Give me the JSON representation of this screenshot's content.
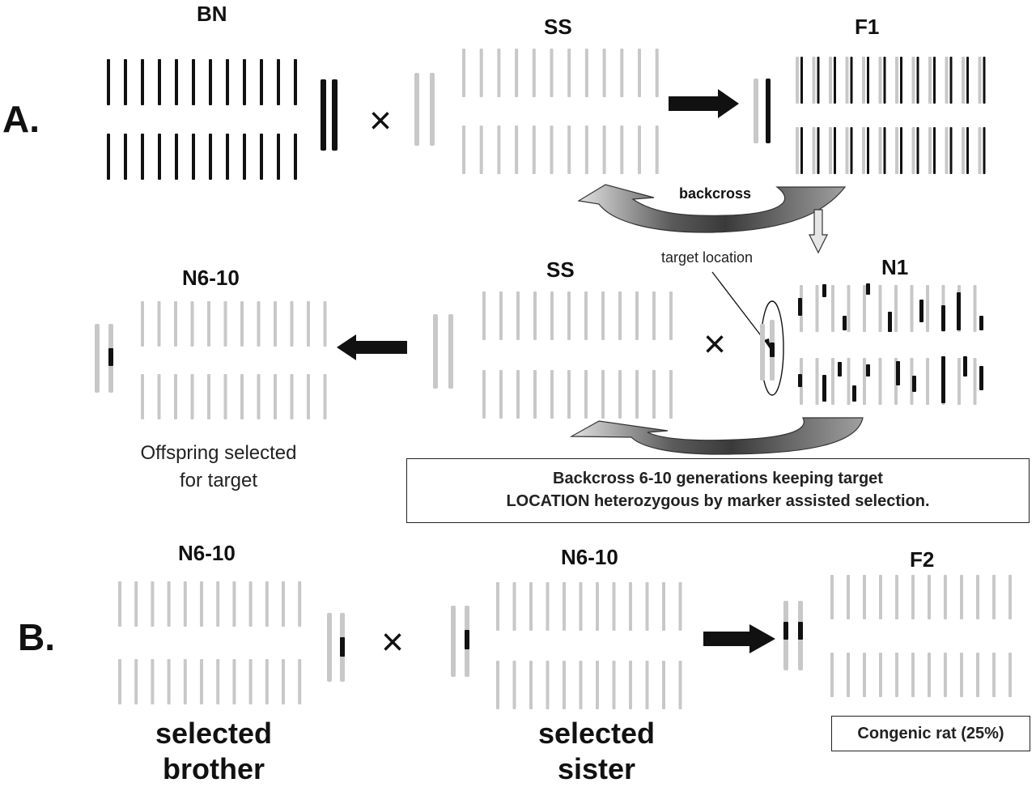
{
  "section_a": {
    "label": "A."
  },
  "section_b": {
    "label": "B."
  },
  "generations": {
    "bn": "BN",
    "ss_top": "SS",
    "f1": "F1",
    "n6_10_a": "N6-10",
    "ss_mid": "SS",
    "n1": "N1",
    "n6_10_b_left": "N6-10",
    "n6_10_b_mid": "N6-10",
    "f2": "F2"
  },
  "labels": {
    "backcross": "backcross",
    "target_location": "target location",
    "offspring_line1": "Offspring selected",
    "offspring_line2": "for target",
    "box_line1": "Backcross 6-10 generations keeping target",
    "box_line2": "LOCATION heterozygous by marker assisted selection.",
    "selected_brother_line1": "selected",
    "selected_brother_line2": "brother",
    "selected_sister_line1": "selected",
    "selected_sister_line2": "sister",
    "congenic": "Congenic rat (25%)"
  },
  "symbols": {
    "cross": "×"
  },
  "colors": {
    "bn_chromosome": "#111111",
    "ss_chromosome": "#c8c8c8",
    "arrow_fill": "#111111",
    "curved_arrow_light": "#d8d8d8",
    "curved_arrow_dark": "#555555"
  }
}
